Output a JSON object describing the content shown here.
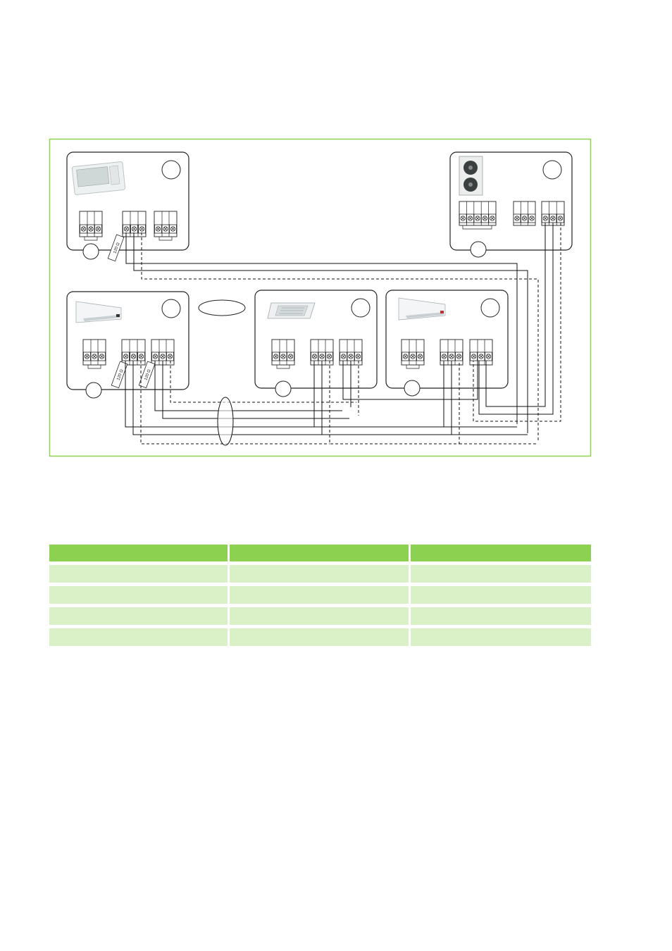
{
  "diagram": {
    "resistor_label": "120 Ω",
    "colors": {
      "frame": "#8cd14f",
      "wire": "#111111",
      "box_border": "#222222"
    },
    "devices": {
      "controller": {
        "icon": "wired-controller-icon",
        "terminal_groups": 3
      },
      "outdoor_unit": {
        "icon": "outdoor-unit-icon",
        "terminal_groups": 3
      },
      "indoor_wall_left": {
        "icon": "wall-split-unit-icon",
        "terminal_groups": 3
      },
      "indoor_cassette": {
        "icon": "cassette-unit-icon",
        "terminal_groups": 3
      },
      "indoor_wall_right": {
        "icon": "wall-split-unit-icon",
        "terminal_groups": 3
      }
    }
  },
  "table": {
    "header": [
      "",
      "",
      ""
    ],
    "rows": [
      [
        "",
        "",
        ""
      ],
      [
        "",
        "",
        ""
      ],
      [
        "",
        "",
        ""
      ],
      [
        "",
        "",
        ""
      ]
    ],
    "colors": {
      "header_bg": "#8cd14f",
      "row_bg": "#daf0c6"
    }
  }
}
